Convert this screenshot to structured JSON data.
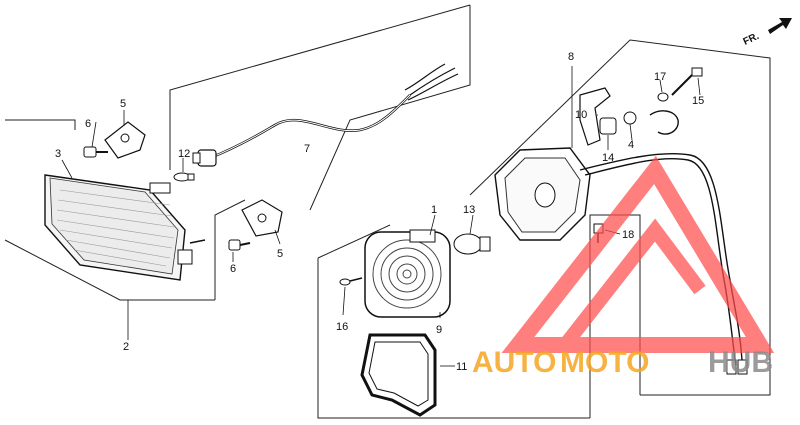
{
  "diagram": {
    "direction_label": "FR.",
    "callouts": {
      "c1": "1",
      "c2": "2",
      "c3": "3",
      "c4": "4",
      "c5a": "5",
      "c5b": "5",
      "c6a": "6",
      "c6b": "6",
      "c7": "7",
      "c8": "8",
      "c9": "9",
      "c10": "10",
      "c11": "11",
      "c12": "12",
      "c13": "13",
      "c14": "14",
      "c15": "15",
      "c16": "16",
      "c17": "17",
      "c18": "18"
    }
  },
  "watermark": {
    "text_part1": "AUTO",
    "text_part2": "MOTO",
    "text_part3": "HUB",
    "colors": {
      "red": "#ff4d4d",
      "orange": "#f5a623",
      "grey": "#8a8a8a"
    }
  }
}
